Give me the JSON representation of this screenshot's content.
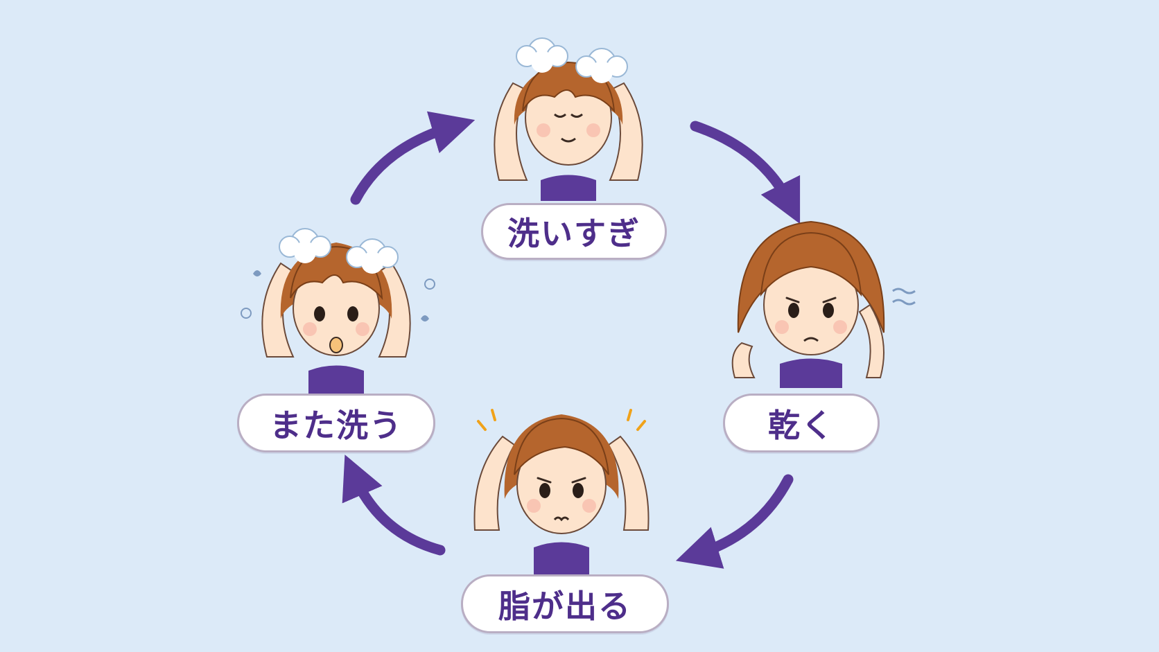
{
  "steps": [
    {
      "label": "洗いすぎ",
      "expression": "calm-shampooing"
    },
    {
      "label": "乾く",
      "expression": "worried-dry-hair"
    },
    {
      "label": "脂が出る",
      "expression": "troubled-oily-scalp"
    },
    {
      "label": "また洗う",
      "expression": "surprised-shampooing"
    }
  ],
  "colors": {
    "background": "#dceaf8",
    "arrow": "#5b3a99",
    "label_text": "#4e2e8a",
    "label_border": "#b9aec3",
    "hair": "#b5652d",
    "skin": "#fde3cc",
    "shirt": "#5b3a99"
  }
}
